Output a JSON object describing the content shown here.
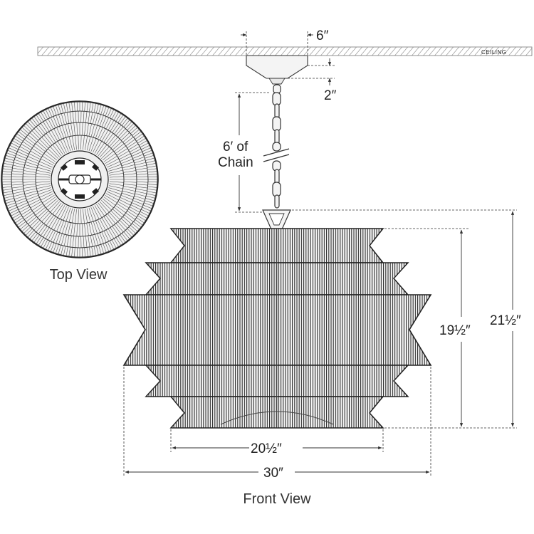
{
  "ceiling_label": "CEILING",
  "dimensions": {
    "canopy_width": "6″",
    "canopy_height": "2″",
    "chain_line1": "6′ of",
    "chain_line2": "Chain",
    "shade_height": "19½″",
    "overall_height": "21½″",
    "bottom_width": "20½″",
    "overall_width": "30″"
  },
  "views": {
    "top": "Top View",
    "front": "Front View"
  },
  "colors": {
    "line": "#222222",
    "dim_line": "#333333",
    "shade_fill": "#f4f4f4"
  }
}
